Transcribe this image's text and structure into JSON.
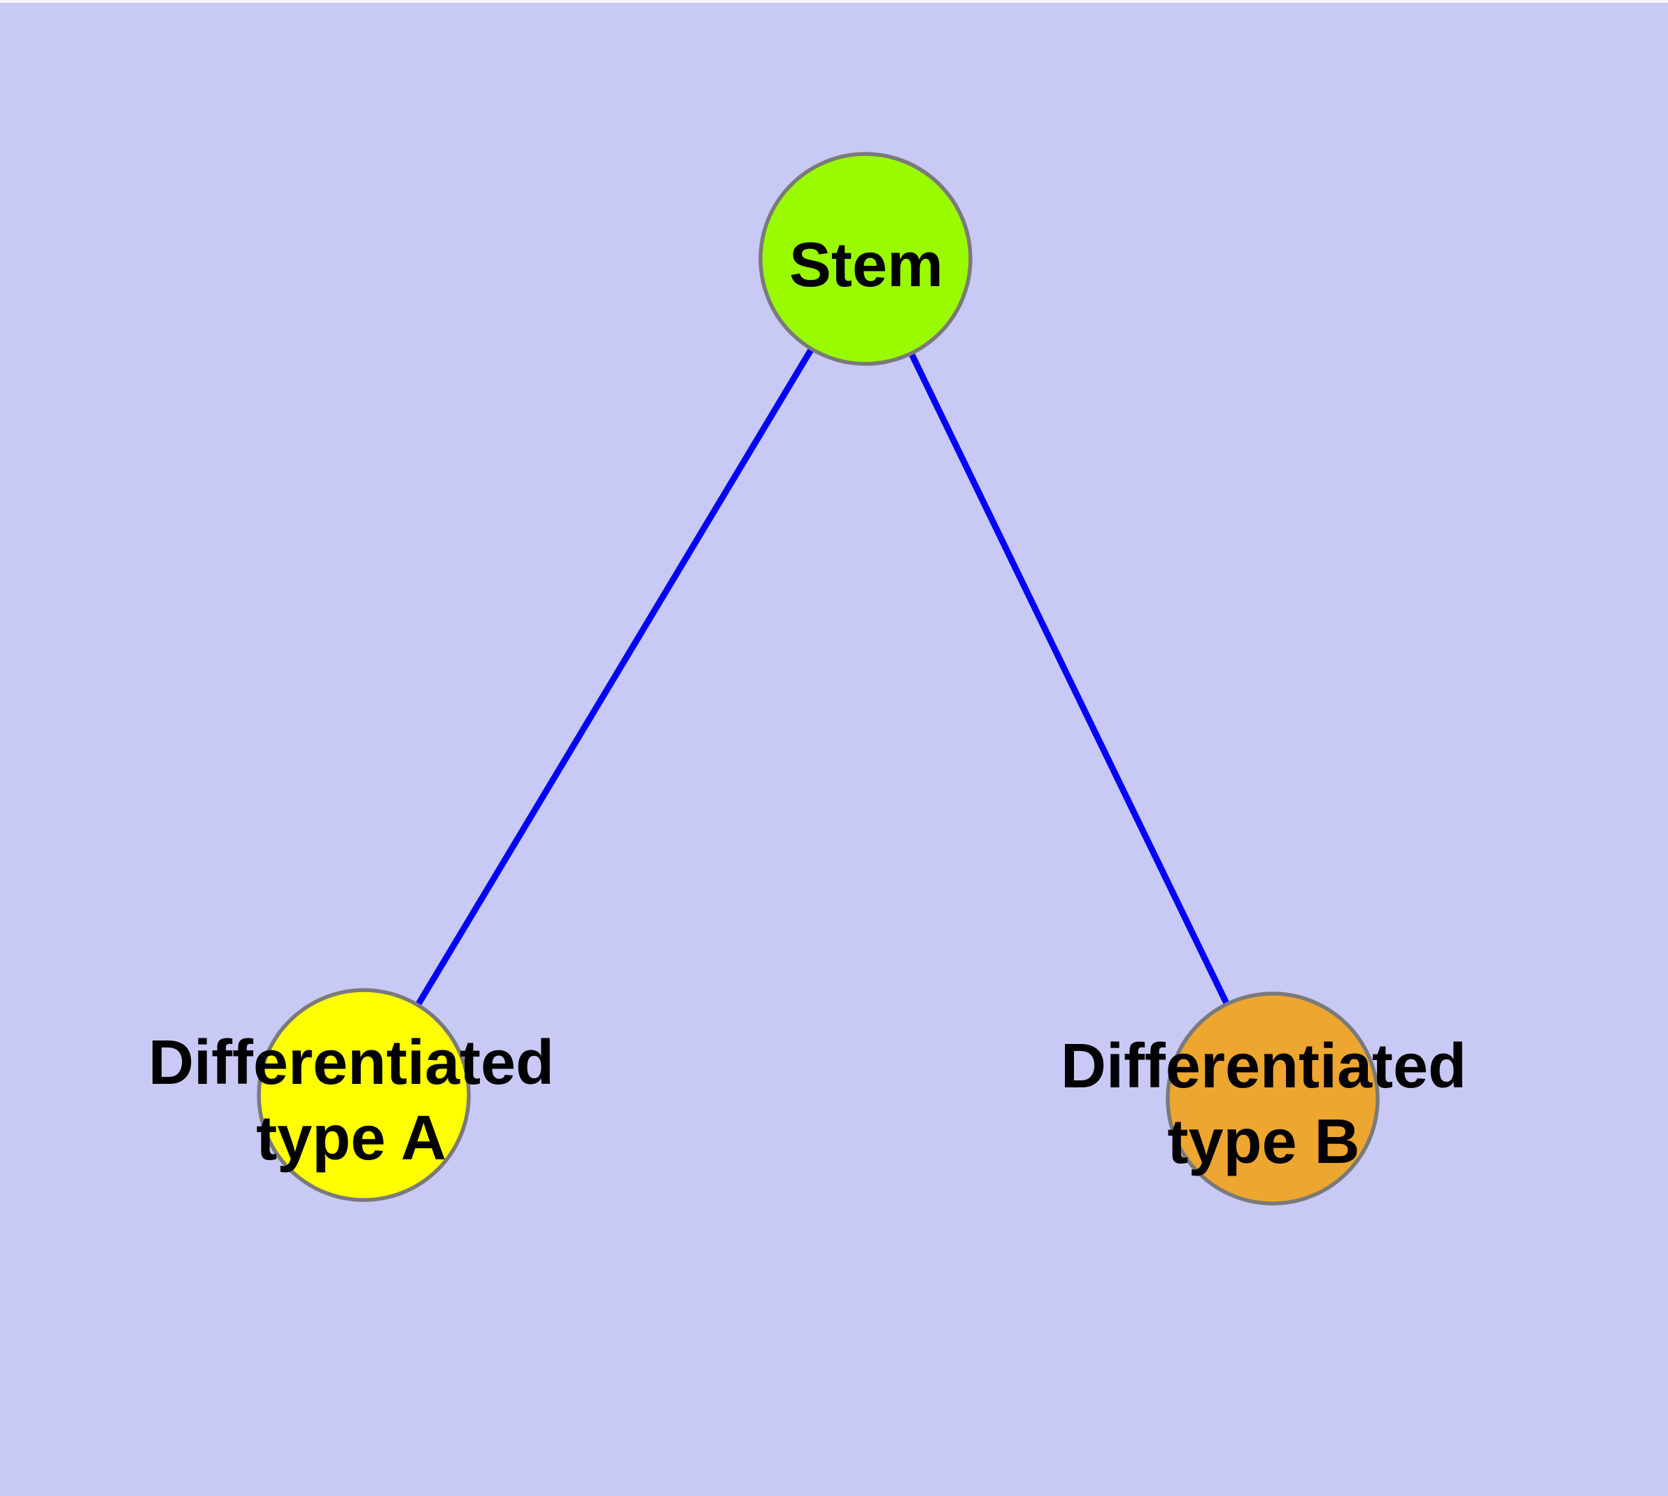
{
  "figure": {
    "background_color": "#C9C9F5",
    "top_strip_color": "#F5F5FD"
  },
  "graph": {
    "edge_color": "#0000FA",
    "node_border_color": "#7A7A7A",
    "label_color": "#000000",
    "nodes": [
      {
        "id": "stem",
        "label": "Stem",
        "fill": "#9AFB00"
      },
      {
        "id": "differentiated-type-a",
        "label_line1": "Differentiated",
        "label_line2": "type A",
        "fill": "#FFFF00"
      },
      {
        "id": "differentiated-type-b",
        "label_line1": "Differentiated",
        "label_line2": "type B",
        "fill": "#EDA62F"
      }
    ],
    "edges": [
      {
        "from": "Stem",
        "to": "Differentiated type A"
      },
      {
        "from": "Stem",
        "to": "Differentiated type B"
      }
    ]
  }
}
